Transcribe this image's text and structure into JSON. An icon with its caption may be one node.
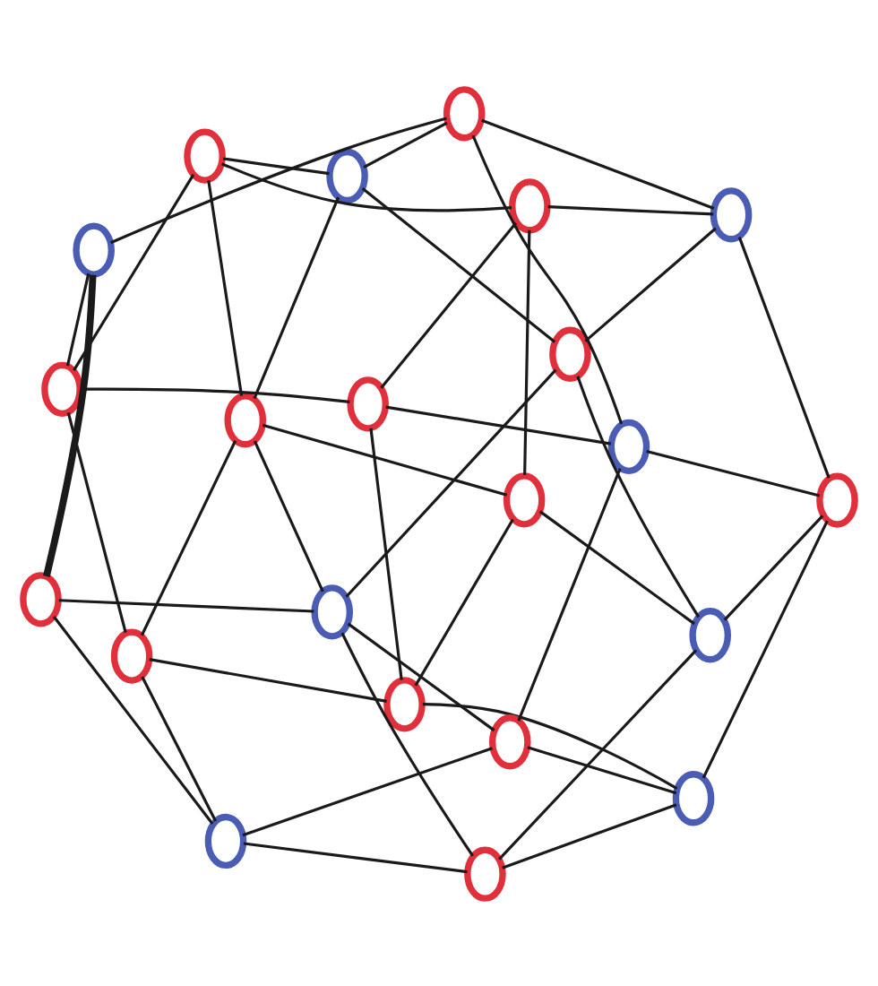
{
  "diagram": {
    "nodes": [
      {
        "text": [],
        "shape": "circle"
      },
      {
        "text": [],
        "shape": "circle"
      },
      {
        "text": [],
        "shape": "circle"
      },
      {
        "text": [],
        "shape": "circle"
      },
      {
        "text": [],
        "shape": "circle"
      },
      {
        "text": [],
        "shape": "circle"
      },
      {
        "text": [],
        "shape": "circle"
      },
      {
        "text": [],
        "shape": "circle"
      },
      {
        "text": [],
        "shape": "circle"
      },
      {
        "text": [],
        "shape": "circle"
      },
      {
        "text": [],
        "shape": "circle"
      },
      {
        "text": [],
        "shape": "circle"
      },
      {
        "text": [],
        "shape": "circle"
      },
      {
        "text": [],
        "shape": "circle"
      },
      {
        "text": [],
        "shape": "circle"
      },
      {
        "text": [],
        "shape": "circle"
      },
      {
        "text": [],
        "shape": "circle"
      },
      {
        "text": [],
        "shape": "circle"
      },
      {
        "text": [],
        "shape": "circle"
      },
      {
        "text": [],
        "shape": "circle"
      },
      {
        "text": [],
        "shape": "circle"
      },
      {
        "text": [],
        "shape": "circle"
      }
    ],
    "edges": [
      {
        "from": 0,
        "to": 1,
        "arrow": "none"
      },
      {
        "from": 0,
        "to": 10,
        "arrow": "none"
      },
      {
        "from": 0,
        "to": 8,
        "arrow": "none"
      },
      {
        "from": 0,
        "to": 3,
        "arrow": "none"
      },
      {
        "from": 1,
        "to": 4,
        "arrow": "none"
      },
      {
        "from": 1,
        "to": 12,
        "arrow": "none"
      },
      {
        "from": 1,
        "to": 13,
        "arrow": "none"
      },
      {
        "from": 2,
        "to": 3,
        "arrow": "none"
      },
      {
        "from": 2,
        "to": 4,
        "arrow": "none"
      },
      {
        "from": 2,
        "to": 11,
        "arrow": "none"
      },
      {
        "from": 2,
        "to": 14,
        "arrow": "none"
      },
      {
        "from": 3,
        "to": 6,
        "arrow": "none"
      },
      {
        "from": 3,
        "to": 5,
        "arrow": "none"
      },
      {
        "from": 4,
        "to": 5,
        "arrow": "none"
      },
      {
        "from": 4,
        "to": 7,
        "arrow": "none"
      },
      {
        "from": 5,
        "to": 11,
        "arrow": "none"
      },
      {
        "from": 5,
        "to": 9,
        "arrow": "none"
      },
      {
        "from": 6,
        "to": 9,
        "arrow": "none"
      },
      {
        "from": 6,
        "to": 14,
        "arrow": "none"
      },
      {
        "from": 6,
        "to": 18,
        "arrow": "none"
      },
      {
        "from": 7,
        "to": 11,
        "arrow": "none"
      },
      {
        "from": 7,
        "to": 15,
        "arrow": "none",
        "style": "thick"
      },
      {
        "from": 8,
        "to": 12,
        "arrow": "none"
      },
      {
        "from": 8,
        "to": 14,
        "arrow": "none"
      },
      {
        "from": 8,
        "to": 21,
        "arrow": "none"
      },
      {
        "from": 9,
        "to": 10,
        "arrow": "none"
      },
      {
        "from": 9,
        "to": 19,
        "arrow": "none"
      },
      {
        "from": 10,
        "to": 13,
        "arrow": "none"
      },
      {
        "from": 10,
        "to": 21,
        "arrow": "none"
      },
      {
        "from": 11,
        "to": 13,
        "arrow": "none"
      },
      {
        "from": 11,
        "to": 19,
        "arrow": "none"
      },
      {
        "from": 12,
        "to": 15,
        "arrow": "none"
      },
      {
        "from": 12,
        "to": 20,
        "arrow": "none"
      },
      {
        "from": 13,
        "to": 20,
        "arrow": "none"
      },
      {
        "from": 13,
        "to": 17,
        "arrow": "none"
      },
      {
        "from": 14,
        "to": 16,
        "arrow": "none"
      },
      {
        "from": 15,
        "to": 16,
        "arrow": "none"
      },
      {
        "from": 16,
        "to": 17,
        "arrow": "none"
      },
      {
        "from": 16,
        "to": 18,
        "arrow": "none"
      },
      {
        "from": 17,
        "to": 19,
        "arrow": "none"
      },
      {
        "from": 17,
        "to": 20,
        "arrow": "none"
      },
      {
        "from": 18,
        "to": 19,
        "arrow": "none"
      },
      {
        "from": 18,
        "to": 21,
        "arrow": "none"
      },
      {
        "from": 20,
        "to": 21,
        "arrow": "none"
      }
    ]
  }
}
